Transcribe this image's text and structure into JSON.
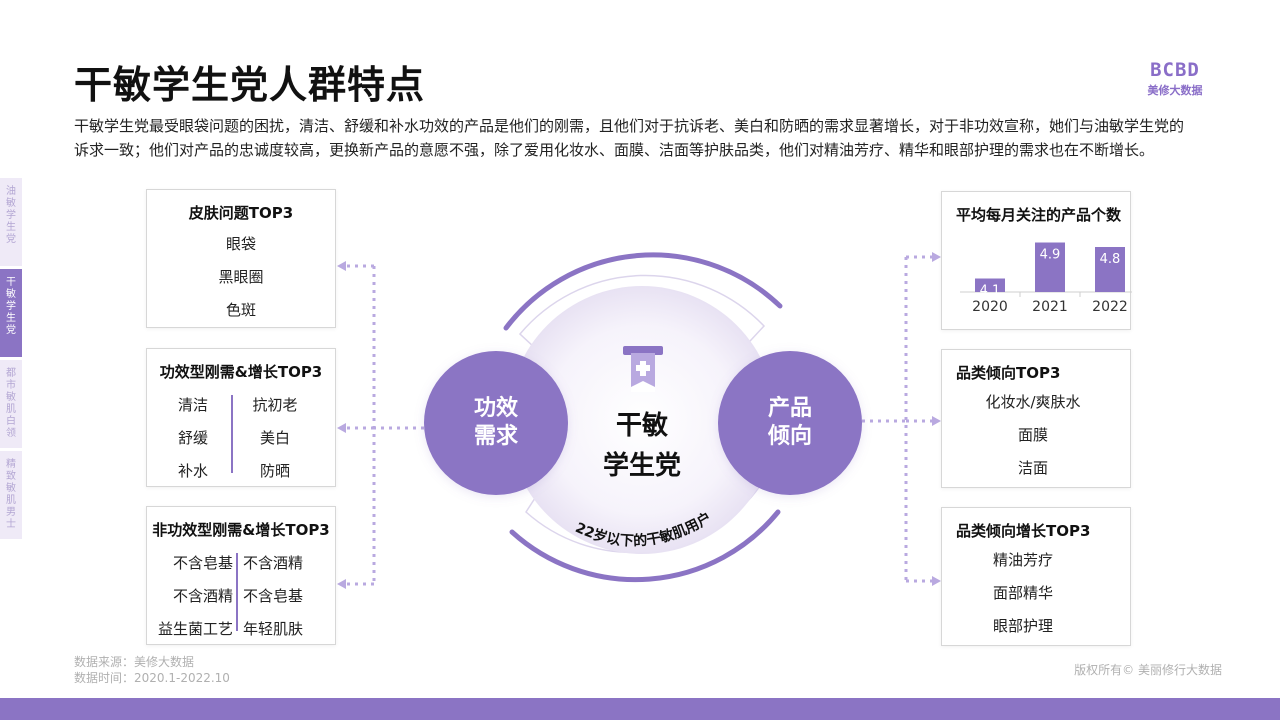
{
  "title": "干敏学生党人群特点",
  "brand": {
    "logo": "BCBD",
    "name": "美修大数据"
  },
  "description": "干敏学生党最受眼袋问题的困扰，清洁、舒缓和补水功效的产品是他们的刚需，且他们对于抗诉老、美白和防晒的需求显著增长，对于非功效宣称，她们与油敏学生党的诉求一致；他们对产品的忠诚度较高，更换新产品的意愿不强，除了爱用化妆水、面膜、洁面等护肤品类，他们对精油芳疗、精华和眼部护理的需求也在不断增长。",
  "side_tabs": [
    {
      "label": "油敏学生党",
      "active": false
    },
    {
      "label": "干敏学生党",
      "active": true
    },
    {
      "label": "都市敏肌白领",
      "active": false
    },
    {
      "label": "精致敏肌男士",
      "active": false
    }
  ],
  "skin_issues": {
    "title": "皮肤问题TOP3",
    "items": [
      "眼袋",
      "黑眼圈",
      "色斑"
    ]
  },
  "efficacy": {
    "title": "功效型刚需&增长TOP3",
    "left": [
      "清洁",
      "舒缓",
      "补水"
    ],
    "right": [
      "抗初老",
      "美白",
      "防晒"
    ]
  },
  "non_efficacy": {
    "title": "非功效型刚需&增长TOP3",
    "left": [
      "不含皂基",
      "不含酒精",
      "益生菌工艺"
    ],
    "right": [
      "不含酒精",
      "不含皂基",
      "年轻肌肤"
    ]
  },
  "category": {
    "title": "品类倾向TOP3",
    "items": [
      "化妆水/爽肤水",
      "面膜",
      "洁面"
    ]
  },
  "category_growth": {
    "title": "品类倾向增长TOP3",
    "items": [
      "精油芳疗",
      "面部精华",
      "眼部护理"
    ]
  },
  "hub": {
    "left_label_1": "功效",
    "left_label_2": "需求",
    "right_label_1": "产品",
    "right_label_2": "倾向",
    "center_label_1": "干敏",
    "center_label_2": "学生党",
    "arc_text": "22岁以下的干敏肌用户"
  },
  "colors": {
    "accent": "#8b74c4",
    "accent_light": "#b9a9e0"
  },
  "chart_data": {
    "type": "bar",
    "title": "平均每月关注的产品个数",
    "categories": [
      "2020",
      "2021",
      "2022"
    ],
    "values": [
      4.1,
      4.9,
      4.8
    ],
    "xlabel": "",
    "ylabel": "",
    "ylim": [
      3.8,
      5.0
    ],
    "grid": false,
    "data_labels": true
  },
  "footer": {
    "source": "数据来源：美修大数据",
    "period": "数据时间：2020.1-2022.10",
    "copyright": "版权所有© 美丽修行大数据"
  }
}
